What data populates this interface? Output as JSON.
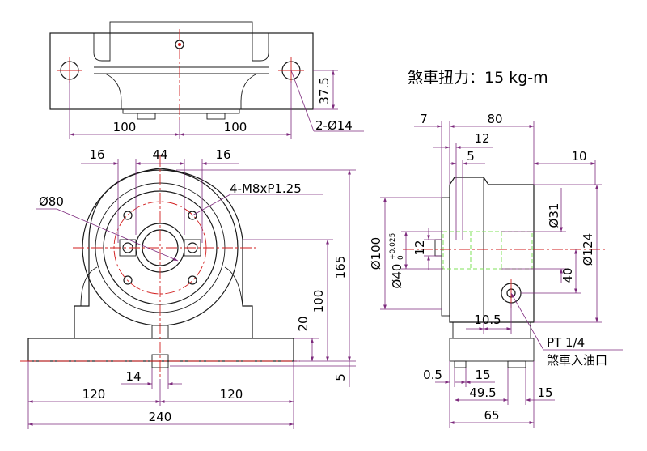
{
  "title": "煞車扭力：15 kg-m",
  "top_view": {
    "dim_height": "37.5",
    "dim_left": "100",
    "dim_right": "100",
    "hole_note": "2-Ø14"
  },
  "front_view": {
    "dim_16_left": "16",
    "dim_44": "44",
    "dim_16_right": "16",
    "thread_note": "4-M8xP1.25",
    "dim_bore": "Ø80",
    "dim_165": "165",
    "dim_100": "100",
    "dim_20": "20",
    "dim_5": "5",
    "dim_14": "14",
    "dim_120_left": "120",
    "dim_120_right": "120",
    "dim_240": "240"
  },
  "side_view": {
    "dim_7": "7",
    "dim_80": "80",
    "dim_12_top": "12",
    "dim_5": "5",
    "dim_10": "10",
    "dim_d100": "Ø100",
    "dim_d40": "Ø40",
    "tol_upper": "+0.025",
    "tol_lower": "0",
    "dim_12_side": "12",
    "dim_d31": "Ø31",
    "dim_40": "40",
    "dim_d124": "Ø124",
    "dim_10_5": "10.5",
    "port_note": "PT 1/4",
    "port_label": "煞車入油口",
    "dim_0_5": "0.5",
    "dim_15_a": "15",
    "dim_49_5": "49.5",
    "dim_15_b": "15",
    "dim_65": "65"
  }
}
